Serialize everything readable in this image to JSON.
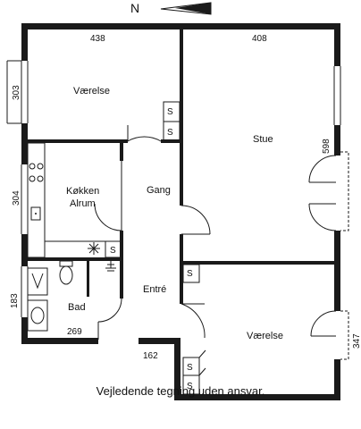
{
  "north_label": "N",
  "rooms": {
    "vaerelse_top": "Værelse",
    "stue": "Stue",
    "koekken_line1": "Køkken",
    "koekken_line2": "Alrum",
    "gang": "Gang",
    "entre": "Entré",
    "bad": "Bad",
    "vaerelse_bottom": "Værelse"
  },
  "dimensions": {
    "top_left_width": "438",
    "top_right_width": "408",
    "left_window_height": "303",
    "stue_side": "598",
    "kitchen_side": "304",
    "bath_side": "183",
    "bath_width": "269",
    "entry_width": "162",
    "bottom_room_side": "347"
  },
  "closet_label": "S",
  "disclaimer": "Vejledende tegning uden ansvar."
}
